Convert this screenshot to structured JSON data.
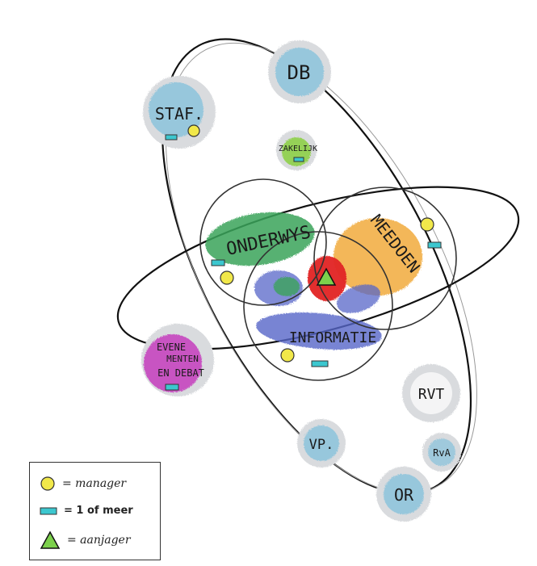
{
  "nodes": {
    "db": "DB",
    "staf": "STAF.",
    "zakelijk": "ZAKELIJK",
    "onderwijs": "ONDERWYS",
    "meedoen": "MEEDOEN",
    "informatie": "INFORMATIE",
    "evenementen_line1": "EVENE",
    "evenementen_line2": "MENTEN",
    "evenementen_line3": "EN DEBAT",
    "rvt": "RVT",
    "vp": "VP.",
    "rva": "RvA",
    "or": "OR"
  },
  "legend": {
    "manager_label": "= manager",
    "one_or_more_label": "= 1 of meer",
    "aanjager_label": "= aanjager"
  },
  "colors": {
    "blue_node": "#8cc4dc",
    "green": "#3aa35a",
    "orange": "#f0a531",
    "purple_blue": "#5566c8",
    "red": "#e22424",
    "magenta": "#c63dbe",
    "light_green": "#8ed04a",
    "yellow_marker": "#f1e84a",
    "cyan_marker": "#3cc7cf",
    "triangle": "#7cd04c"
  }
}
